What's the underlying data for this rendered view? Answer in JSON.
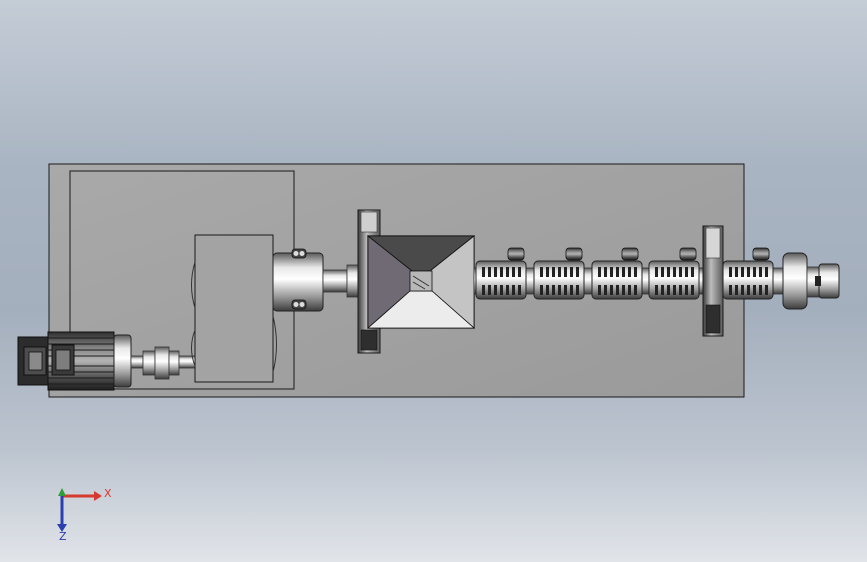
{
  "triad": {
    "x_label": "X",
    "z_label": "Z",
    "x_color": "#d63a2f",
    "y_color": "#2f9e3a",
    "z_color": "#2a3fb0"
  },
  "model": {
    "components": [
      "base-plate",
      "motor",
      "coupling",
      "gearbox",
      "bearing-housing",
      "hopper",
      "barrel",
      "heater-bands",
      "support-bracket",
      "die-flange"
    ],
    "heater_band_count": 5
  }
}
